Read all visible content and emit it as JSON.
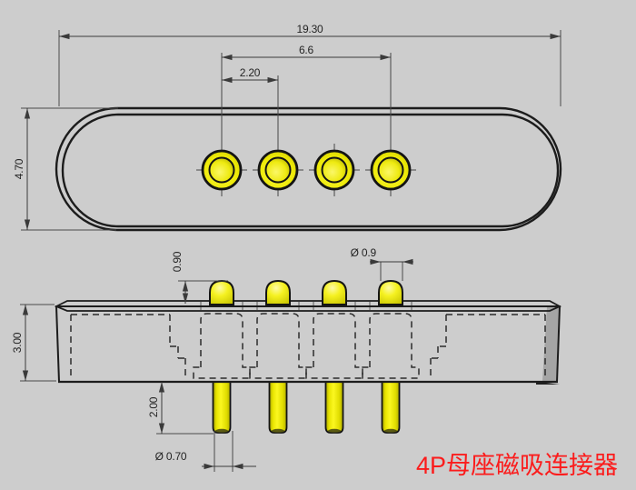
{
  "title": {
    "text": "4P母座磁吸连接器"
  },
  "top_view": {
    "total_width": "19.30",
    "pin_span": "6.6",
    "pin_pitch": "2.20",
    "body_width": "4.70"
  },
  "side_view": {
    "plunger_height": "0.90",
    "plunger_diameter": "Ø 0.9",
    "body_thickness": "3.00",
    "tail_length": "2.00",
    "tail_diameter": "Ø 0.70"
  },
  "colors": {
    "accent_red": "#fb1c1c",
    "pin_yellow": "#f0ec10",
    "body_gray": "#8f8f8f",
    "background": "#cdcdcd",
    "line": "#3a3a3a"
  }
}
